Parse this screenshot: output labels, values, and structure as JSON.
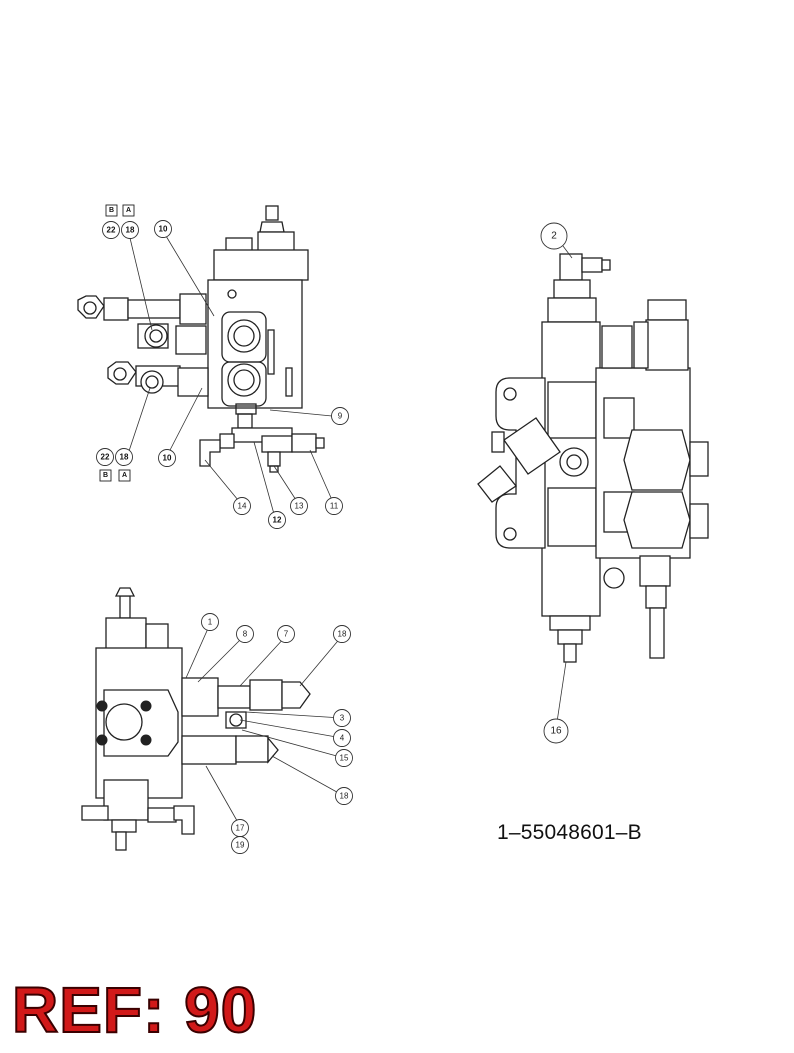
{
  "part_number": "1–55048601–B",
  "ref_label": "REF: 90",
  "colors": {
    "ref_text": "#d11919",
    "ref_outline": "#3a0000",
    "line": "#222222"
  },
  "view_top_left": {
    "callouts": [
      {
        "text": "22",
        "bold": true
      },
      {
        "text": "18",
        "bold": true
      },
      {
        "text": "10",
        "bold": true
      },
      {
        "text": "22",
        "bold": true
      },
      {
        "text": "18",
        "bold": true
      },
      {
        "text": "10",
        "bold": true
      },
      {
        "text": "9",
        "bold": false
      },
      {
        "text": "14",
        "bold": false
      },
      {
        "text": "12",
        "bold": true
      },
      {
        "text": "13",
        "bold": false
      },
      {
        "text": "11",
        "bold": false
      }
    ],
    "port_labels": [
      "B",
      "A",
      "B",
      "A"
    ]
  },
  "view_bottom_left": {
    "callouts": [
      "1",
      "8",
      "7",
      "18",
      "3",
      "4",
      "15",
      "18",
      "17",
      "19"
    ]
  },
  "view_right": {
    "callouts": [
      "2",
      "16"
    ]
  }
}
